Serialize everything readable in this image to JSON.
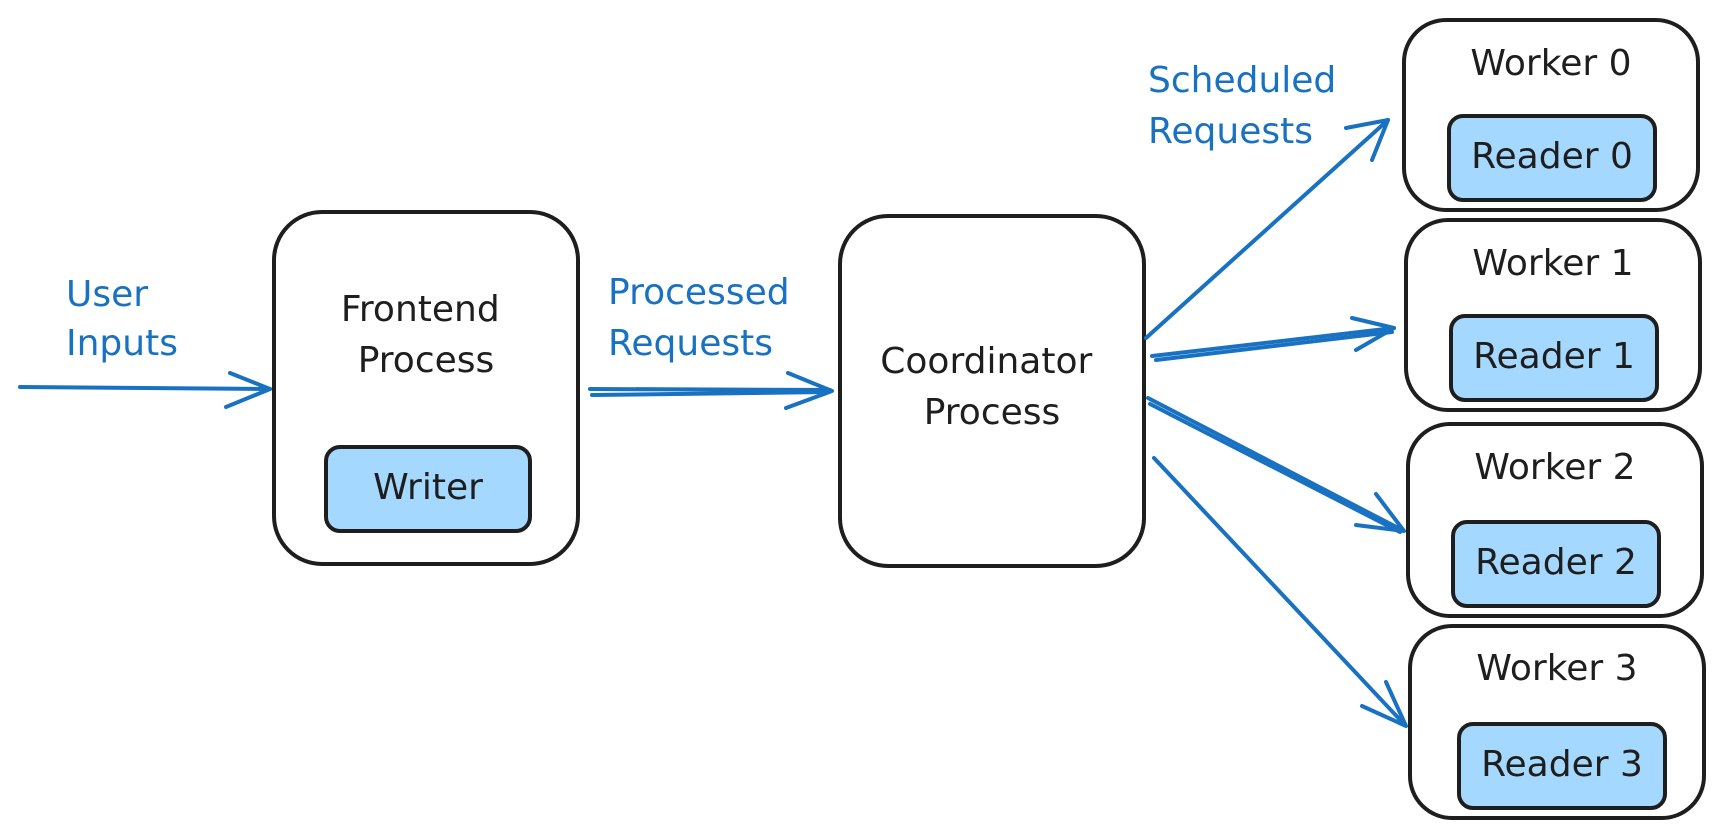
{
  "colors": {
    "arrow": "#1971c2",
    "label_blue": "#1971c2",
    "box_stroke": "#1e1e1e",
    "inner_fill": "#a5d8ff",
    "box_fill": "#ffffff"
  },
  "edge_labels": {
    "user_inputs": [
      "User",
      "Inputs"
    ],
    "processed_requests": [
      "Processed",
      "Requests"
    ],
    "scheduled_requests": [
      "Scheduled",
      "Requests"
    ]
  },
  "frontend": {
    "title": [
      "Frontend",
      "Process"
    ],
    "writer": "Writer"
  },
  "coordinator": {
    "title": [
      "Coordinator",
      "Process"
    ]
  },
  "workers": [
    {
      "name": "Worker 0",
      "reader": "Reader 0"
    },
    {
      "name": "Worker 1",
      "reader": "Reader 1"
    },
    {
      "name": "Worker 2",
      "reader": "Reader 2"
    },
    {
      "name": "Worker 3",
      "reader": "Reader 3"
    }
  ]
}
